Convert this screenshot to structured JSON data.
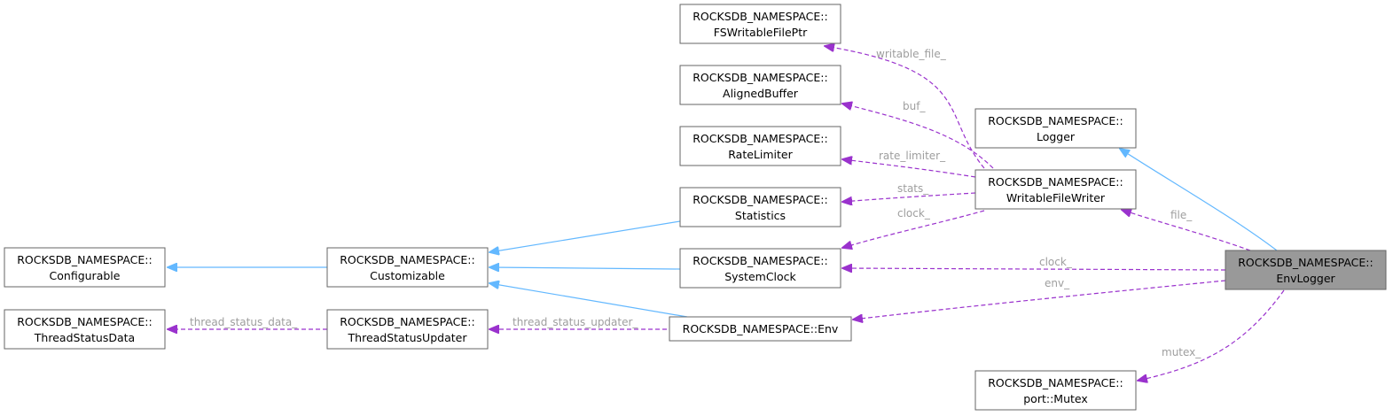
{
  "colors": {
    "inherit_edge": "#63b8ff",
    "member_edge": "#9a32cd",
    "focus_fill": "#999999",
    "edge_label": "#9e9e9e"
  },
  "nodes": {
    "fswritablefileptr": {
      "line1": "ROCKSDB_NAMESPACE::",
      "line2": "FSWritableFilePtr"
    },
    "alignedbuffer": {
      "line1": "ROCKSDB_NAMESPACE::",
      "line2": "AlignedBuffer"
    },
    "ratelimiter": {
      "line1": "ROCKSDB_NAMESPACE::",
      "line2": "RateLimiter"
    },
    "statistics": {
      "line1": "ROCKSDB_NAMESPACE::",
      "line2": "Statistics"
    },
    "systemclock": {
      "line1": "ROCKSDB_NAMESPACE::",
      "line2": "SystemClock"
    },
    "env": {
      "line1": "ROCKSDB_NAMESPACE::Env"
    },
    "logger": {
      "line1": "ROCKSDB_NAMESPACE::",
      "line2": "Logger"
    },
    "writablefilewriter": {
      "line1": "ROCKSDB_NAMESPACE::",
      "line2": "WritableFileWriter"
    },
    "envlogger": {
      "line1": "ROCKSDB_NAMESPACE::",
      "line2": "EnvLogger"
    },
    "mutex": {
      "line1": "ROCKSDB_NAMESPACE::",
      "line2": "port::Mutex"
    },
    "configurable": {
      "line1": "ROCKSDB_NAMESPACE::",
      "line2": "Configurable"
    },
    "customizable": {
      "line1": "ROCKSDB_NAMESPACE::",
      "line2": "Customizable"
    },
    "threadstatusdata": {
      "line1": "ROCKSDB_NAMESPACE::",
      "line2": "ThreadStatusData"
    },
    "threadstatusupdater": {
      "line1": "ROCKSDB_NAMESPACE::",
      "line2": "ThreadStatusUpdater"
    }
  },
  "edge_labels": {
    "writable_file": "writable_file_",
    "buf": "buf_",
    "rate_limiter": "rate_limiter_",
    "stats": "stats_",
    "clock_wfw": "clock_",
    "file": "file_",
    "clock_env": "clock_",
    "env": "env_",
    "mutex": "mutex_",
    "thread_status_data": "thread_status_data_",
    "thread_status_updater": "thread_status_updater_"
  }
}
